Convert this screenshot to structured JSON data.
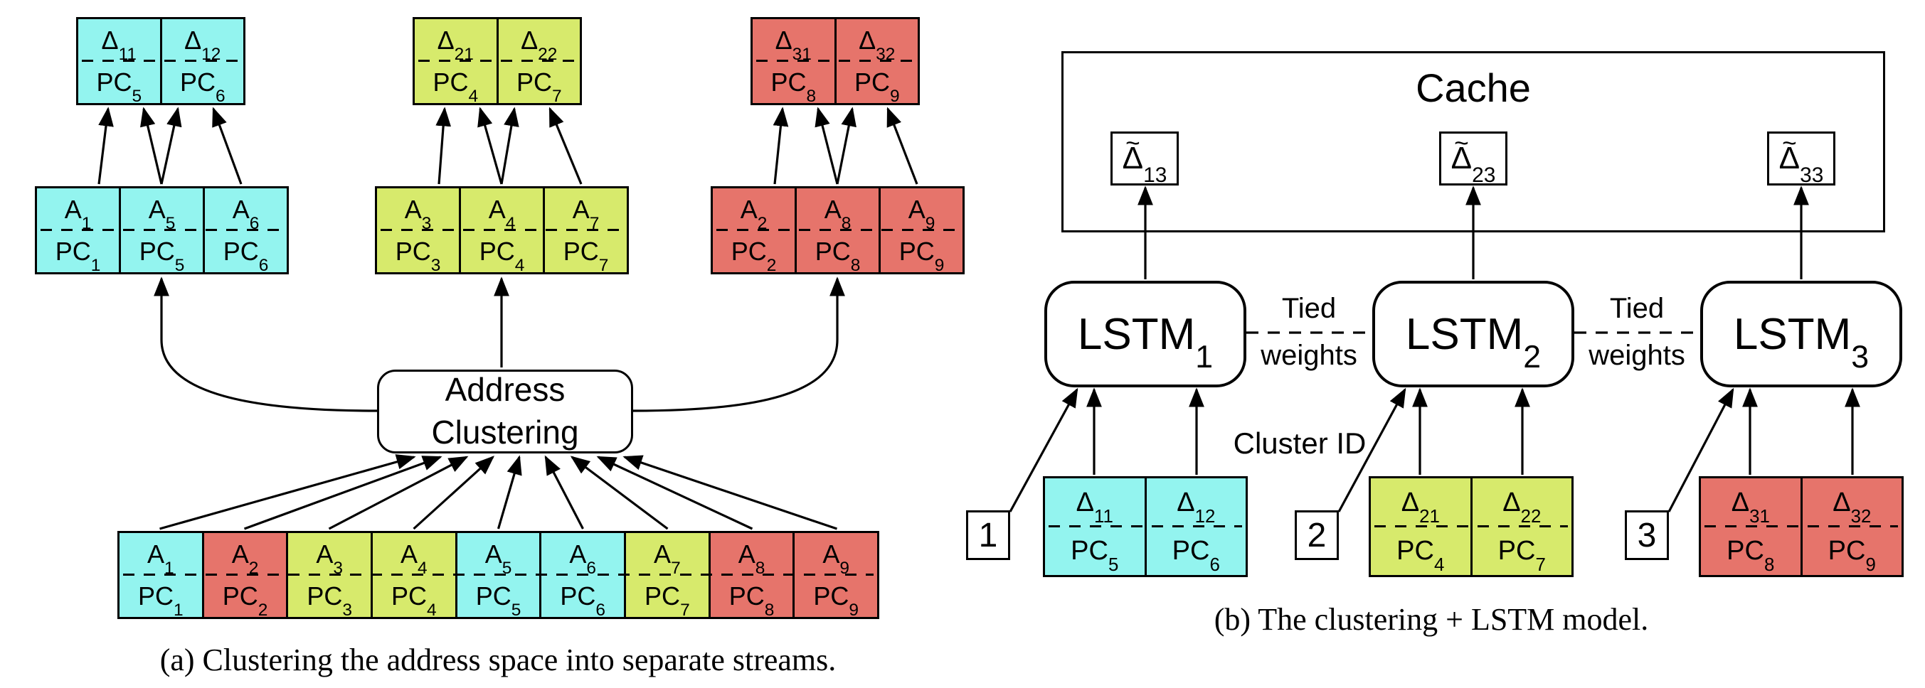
{
  "figure": {
    "caption_a": "(a) Clustering the address space into separate streams.",
    "caption_b": "(b) The clustering + LSTM model."
  },
  "colors": {
    "cluster1": "#93F4EF",
    "cluster2": "#D7EA6C",
    "cluster3": "#E6746B",
    "stroke": "#000000",
    "box_fill": "#FFFFFF"
  },
  "panel_a": {
    "clustering_box": {
      "lines": [
        "Address",
        "Clustering"
      ]
    },
    "top_boxes": [
      {
        "cluster": "cluster1",
        "cells": [
          {
            "top": {
              "base": "Δ",
              "sub": "11"
            },
            "bottom": {
              "base": "PC",
              "sub": "5"
            }
          },
          {
            "top": {
              "base": "Δ",
              "sub": "12"
            },
            "bottom": {
              "base": "PC",
              "sub": "6"
            }
          }
        ]
      },
      {
        "cluster": "cluster2",
        "cells": [
          {
            "top": {
              "base": "Δ",
              "sub": "21"
            },
            "bottom": {
              "base": "PC",
              "sub": "4"
            }
          },
          {
            "top": {
              "base": "Δ",
              "sub": "22"
            },
            "bottom": {
              "base": "PC",
              "sub": "7"
            }
          }
        ]
      },
      {
        "cluster": "cluster3",
        "cells": [
          {
            "top": {
              "base": "Δ",
              "sub": "31"
            },
            "bottom": {
              "base": "PC",
              "sub": "8"
            }
          },
          {
            "top": {
              "base": "Δ",
              "sub": "32"
            },
            "bottom": {
              "base": "PC",
              "sub": "9"
            }
          }
        ]
      }
    ],
    "mid_boxes": [
      {
        "cluster": "cluster1",
        "cells": [
          {
            "top": {
              "base": "A",
              "sub": "1"
            },
            "bottom": {
              "base": "PC",
              "sub": "1"
            }
          },
          {
            "top": {
              "base": "A",
              "sub": "5"
            },
            "bottom": {
              "base": "PC",
              "sub": "5"
            }
          },
          {
            "top": {
              "base": "A",
              "sub": "6"
            },
            "bottom": {
              "base": "PC",
              "sub": "6"
            }
          }
        ]
      },
      {
        "cluster": "cluster2",
        "cells": [
          {
            "top": {
              "base": "A",
              "sub": "3"
            },
            "bottom": {
              "base": "PC",
              "sub": "3"
            }
          },
          {
            "top": {
              "base": "A",
              "sub": "4"
            },
            "bottom": {
              "base": "PC",
              "sub": "4"
            }
          },
          {
            "top": {
              "base": "A",
              "sub": "7"
            },
            "bottom": {
              "base": "PC",
              "sub": "7"
            }
          }
        ]
      },
      {
        "cluster": "cluster3",
        "cells": [
          {
            "top": {
              "base": "A",
              "sub": "2"
            },
            "bottom": {
              "base": "PC",
              "sub": "2"
            }
          },
          {
            "top": {
              "base": "A",
              "sub": "8"
            },
            "bottom": {
              "base": "PC",
              "sub": "8"
            }
          },
          {
            "top": {
              "base": "A",
              "sub": "9"
            },
            "bottom": {
              "base": "PC",
              "sub": "9"
            }
          }
        ]
      }
    ],
    "bottom_row": {
      "cells": [
        {
          "cluster": "cluster1",
          "top": {
            "base": "A",
            "sub": "1"
          },
          "bottom": {
            "base": "PC",
            "sub": "1"
          }
        },
        {
          "cluster": "cluster3",
          "top": {
            "base": "A",
            "sub": "2"
          },
          "bottom": {
            "base": "PC",
            "sub": "2"
          }
        },
        {
          "cluster": "cluster2",
          "top": {
            "base": "A",
            "sub": "3"
          },
          "bottom": {
            "base": "PC",
            "sub": "3"
          }
        },
        {
          "cluster": "cluster2",
          "top": {
            "base": "A",
            "sub": "4"
          },
          "bottom": {
            "base": "PC",
            "sub": "4"
          }
        },
        {
          "cluster": "cluster1",
          "top": {
            "base": "A",
            "sub": "5"
          },
          "bottom": {
            "base": "PC",
            "sub": "5"
          }
        },
        {
          "cluster": "cluster1",
          "top": {
            "base": "A",
            "sub": "6"
          },
          "bottom": {
            "base": "PC",
            "sub": "6"
          }
        },
        {
          "cluster": "cluster2",
          "top": {
            "base": "A",
            "sub": "7"
          },
          "bottom": {
            "base": "PC",
            "sub": "7"
          }
        },
        {
          "cluster": "cluster3",
          "top": {
            "base": "A",
            "sub": "8"
          },
          "bottom": {
            "base": "PC",
            "sub": "8"
          }
        },
        {
          "cluster": "cluster3",
          "top": {
            "base": "A",
            "sub": "9"
          },
          "bottom": {
            "base": "PC",
            "sub": "9"
          }
        }
      ]
    }
  },
  "panel_b": {
    "cache": {
      "label": "Cache"
    },
    "cache_slots": [
      {
        "tilde": "~",
        "base": "Δ",
        "sub": "13"
      },
      {
        "tilde": "~",
        "base": "Δ",
        "sub": "23"
      },
      {
        "tilde": "~",
        "base": "Δ",
        "sub": "33"
      }
    ],
    "lstms": [
      {
        "base": "LSTM",
        "sub": "1"
      },
      {
        "base": "LSTM",
        "sub": "2"
      },
      {
        "base": "LSTM",
        "sub": "3"
      }
    ],
    "tied_label": {
      "top": "Tied",
      "bottom": "weights"
    },
    "cluster_id_label": "Cluster ID",
    "id_boxes": [
      {
        "label": "1"
      },
      {
        "label": "2"
      },
      {
        "label": "3"
      }
    ],
    "input_boxes": [
      {
        "cluster": "cluster1",
        "cells": [
          {
            "top": {
              "base": "Δ",
              "sub": "11"
            },
            "bottom": {
              "base": "PC",
              "sub": "5"
            }
          },
          {
            "top": {
              "base": "Δ",
              "sub": "12"
            },
            "bottom": {
              "base": "PC",
              "sub": "6"
            }
          }
        ]
      },
      {
        "cluster": "cluster2",
        "cells": [
          {
            "top": {
              "base": "Δ",
              "sub": "21"
            },
            "bottom": {
              "base": "PC",
              "sub": "4"
            }
          },
          {
            "top": {
              "base": "Δ",
              "sub": "22"
            },
            "bottom": {
              "base": "PC",
              "sub": "7"
            }
          }
        ]
      },
      {
        "cluster": "cluster3",
        "cells": [
          {
            "top": {
              "base": "Δ",
              "sub": "31"
            },
            "bottom": {
              "base": "PC",
              "sub": "8"
            }
          },
          {
            "top": {
              "base": "Δ",
              "sub": "32"
            },
            "bottom": {
              "base": "PC",
              "sub": "9"
            }
          }
        ]
      }
    ]
  }
}
